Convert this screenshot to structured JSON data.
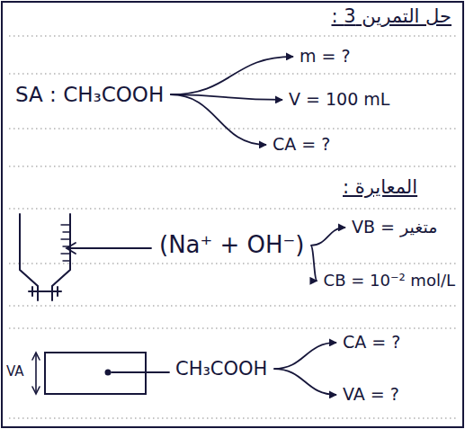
{
  "diagram": {
    "title": "حل التمرين 3 :",
    "nodes": [
      {
        "text": [
          "SA : CH₃COOH"
        ]
      },
      {
        "text": [
          "m = ?"
        ]
      },
      {
        "text": [
          "V = 100 mL"
        ]
      },
      {
        "text": [
          "CA = ?"
        ]
      },
      {
        "text": [
          "(Na⁺ + OH⁻)"
        ]
      },
      {
        "text": [
          "VB = متغير"
        ]
      },
      {
        "text": [
          "CB = 10⁻² mol/L"
        ]
      },
      {
        "text": [
          "CH₃COOH"
        ]
      },
      {
        "text": [
          "CA = ?"
        ]
      },
      {
        "text": [
          "VA = ?"
        ]
      }
    ],
    "edges": [
      {
        "from": 0,
        "to": 1,
        "arrow": "to"
      },
      {
        "from": 0,
        "to": 2,
        "arrow": "to"
      },
      {
        "from": 0,
        "to": 3,
        "arrow": "to"
      },
      {
        "from": 4,
        "to": 5,
        "arrow": "to"
      },
      {
        "from": 4,
        "to": 6,
        "arrow": "to"
      },
      {
        "from": 7,
        "to": 8,
        "arrow": "to"
      },
      {
        "from": 7,
        "to": 9,
        "arrow": "to"
      }
    ],
    "labels": [
      "المعايرة :",
      "VA"
    ]
  }
}
